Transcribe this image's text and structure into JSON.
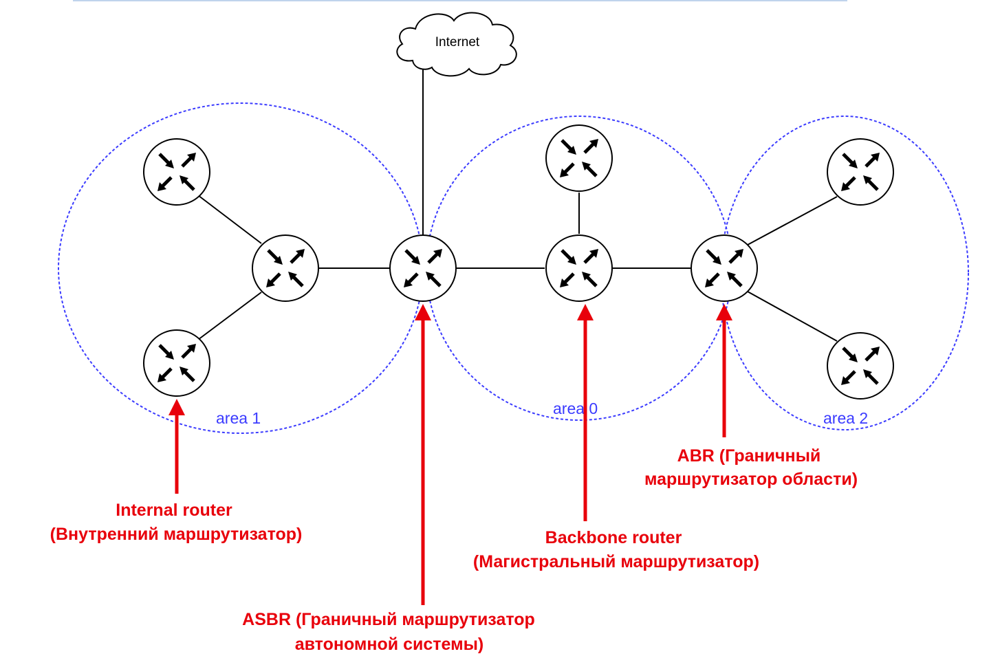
{
  "colors": {
    "area_outline": "#3b3bff",
    "callout": "#e8000b",
    "link": "#000000",
    "router_fill": "#ffffff",
    "top_rule": "#bfd3ec"
  },
  "cloud": {
    "label": "Internet"
  },
  "areas": [
    {
      "id": "area1",
      "label": "area 1"
    },
    {
      "id": "area0",
      "label": "area 0"
    },
    {
      "id": "area2",
      "label": "area 2"
    }
  ],
  "routers": [
    {
      "id": "r-area1-top",
      "role": "internal"
    },
    {
      "id": "r-area1-hub",
      "role": "internal"
    },
    {
      "id": "r-area1-bottom",
      "role": "internal"
    },
    {
      "id": "r-asbr",
      "role": "asbr"
    },
    {
      "id": "r-area0-top",
      "role": "backbone"
    },
    {
      "id": "r-backbone",
      "role": "backbone"
    },
    {
      "id": "r-abr",
      "role": "abr"
    },
    {
      "id": "r-area2-top",
      "role": "internal"
    },
    {
      "id": "r-area2-bottom",
      "role": "internal"
    }
  ],
  "callouts": {
    "internal": {
      "line1": "Internal router",
      "line2": "(Внутренний маршрутизатор)"
    },
    "asbr": {
      "line1": "ASBR (Граничный маршрутизатор",
      "line2": "автономной системы)"
    },
    "backbone": {
      "line1": "Backbone router",
      "line2": "(Магистральный маршрутизатор)"
    },
    "abr": {
      "line1": "ABR (Граничный",
      "line2": "маршрутизатор области)"
    }
  }
}
